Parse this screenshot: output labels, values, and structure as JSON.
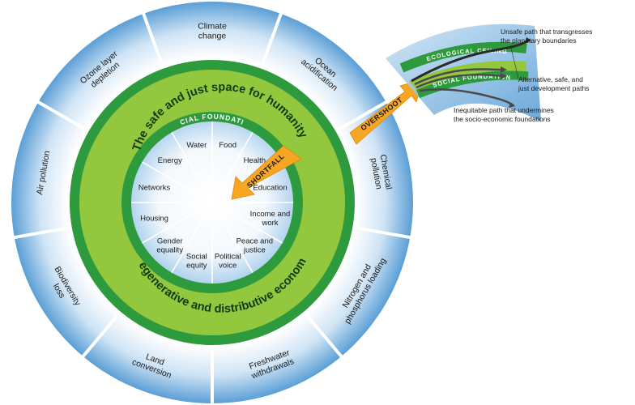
{
  "diagram": {
    "ecological_ceiling_label": "ECOLOGICAL CEILING",
    "social_foundation_label": "SOCIAL FOUNDATION",
    "safe_space_label": "The safe and just space for humanity",
    "economy_label": "Regenerative and distributive economy",
    "shortfall_label": "SHORTFALL",
    "overshoot_label": "OVERSHOOT",
    "outer_sectors": [
      {
        "name": "climate-change",
        "lines": [
          "Climate",
          "change"
        ]
      },
      {
        "name": "ocean-acidification",
        "lines": [
          "Ocean",
          "acidification"
        ]
      },
      {
        "name": "chemical-pollution",
        "lines": [
          "Chemical",
          "pollution"
        ]
      },
      {
        "name": "nitrogen-phosphorus-loading",
        "lines": [
          "Nitrogen and",
          "phosphorus loading"
        ]
      },
      {
        "name": "freshwater-withdrawals",
        "lines": [
          "Freshwater",
          "withdrawals"
        ]
      },
      {
        "name": "land-conversion",
        "lines": [
          "Land",
          "conversion"
        ]
      },
      {
        "name": "biodiversity-loss",
        "lines": [
          "Biodiversity",
          "loss"
        ]
      },
      {
        "name": "air-pollution",
        "lines": [
          "Air pollution"
        ]
      },
      {
        "name": "ozone-layer-depletion",
        "lines": [
          "Ozone layer",
          "depletion"
        ]
      }
    ],
    "inner_sectors": [
      {
        "name": "water",
        "lines": [
          "Water"
        ]
      },
      {
        "name": "food",
        "lines": [
          "Food"
        ]
      },
      {
        "name": "health",
        "lines": [
          "Health"
        ]
      },
      {
        "name": "education",
        "lines": [
          "Education"
        ]
      },
      {
        "name": "income-and-work",
        "lines": [
          "Income and",
          "work"
        ]
      },
      {
        "name": "peace-and-justice",
        "lines": [
          "Peace and",
          "justice"
        ]
      },
      {
        "name": "political-voice",
        "lines": [
          "Political",
          "voice"
        ]
      },
      {
        "name": "social-equity",
        "lines": [
          "Social",
          "equity"
        ]
      },
      {
        "name": "gender-equality",
        "lines": [
          "Gender",
          "equality"
        ]
      },
      {
        "name": "housing",
        "lines": [
          "Housing"
        ]
      },
      {
        "name": "networks",
        "lines": [
          "Networks"
        ]
      },
      {
        "name": "energy",
        "lines": [
          "Energy"
        ]
      }
    ]
  },
  "inset": {
    "ecological_ceiling_label": "ECOLOGICAL CEILING",
    "social_foundation_label": "SOCIAL FOUNDATION",
    "unsafe_path_lines": [
      "Unsafe path that transgresses",
      "the planetary boundaries"
    ],
    "safe_path_lines": [
      "Alternative, safe, and",
      "just development paths"
    ],
    "inequitable_path_lines": [
      "Inequitable path that undermines",
      "the socio-economic foundations"
    ]
  },
  "colors": {
    "outer_blue": "#5b9fd6",
    "outer_blue_light": "#e9f3fb",
    "ring_dark_green": "#2e9a3e",
    "band_light_green": "#93c83e",
    "arrow_orange": "#f6a623",
    "divider": "#ffffff"
  }
}
